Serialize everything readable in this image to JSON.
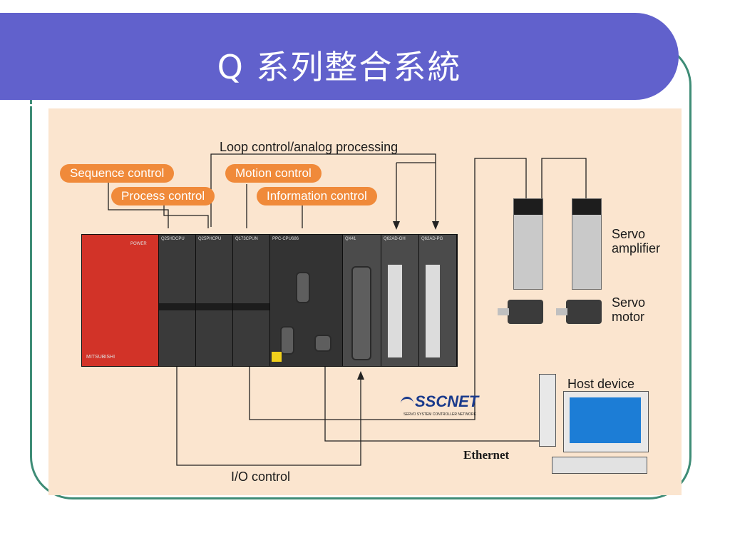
{
  "slide": {
    "title": "Q 系列整合系統"
  },
  "diagram": {
    "top_label": "Loop control/analog processing",
    "pills": {
      "sequence": "Sequence control",
      "process": "Process control",
      "motion": "Motion control",
      "information": "Information control"
    },
    "labels": {
      "servo_amplifier": [
        "Servo",
        "amplifier"
      ],
      "servo_motor": [
        "Servo",
        "motor"
      ],
      "host_device": "Host device",
      "ethernet": "Ethernet",
      "io_control": "I/O control"
    },
    "network_logo": {
      "name": "SSCNET",
      "subtitle": "SERVO SYSTEM CONTROLLER NETWORK"
    },
    "rack": {
      "power_module_label": "POWER",
      "brand": "MITSUBISHI",
      "modules": [
        "Q25HDCPU",
        "Q25PHCPU",
        "Q173CPUN",
        "PPC-CPU686",
        "QX41",
        "Q62AD-GH",
        "Q62AD-PG"
      ]
    },
    "colors": {
      "pill": "#f08a3a",
      "panel": "#fbe5cf",
      "title_bar": "#6161cc",
      "frame": "#3e8c76"
    }
  }
}
